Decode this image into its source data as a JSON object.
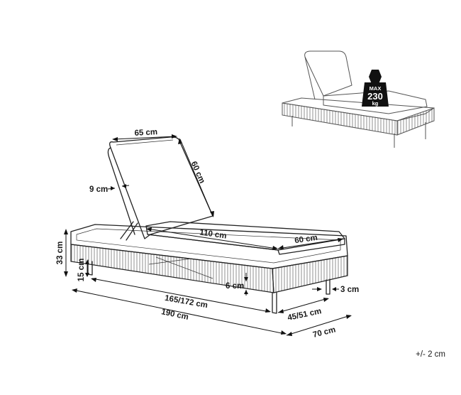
{
  "dimensions": {
    "backrest_width": "65 cm",
    "backrest_length": "60 cm",
    "backrest_thickness": "9 cm",
    "seat_length": "110 cm",
    "seat_width": "60 cm",
    "total_height": "33 cm",
    "frame_height": "15 cm",
    "clearance": "6 cm",
    "leg_size": "3 cm",
    "inner_length": "165/172 cm",
    "total_length": "190 cm",
    "frame_width": "45/51 cm",
    "total_width": "70 cm"
  },
  "load": {
    "max_label": "MAX",
    "max_value": "230",
    "unit": "kg"
  },
  "tolerance": "+/- 2 cm"
}
